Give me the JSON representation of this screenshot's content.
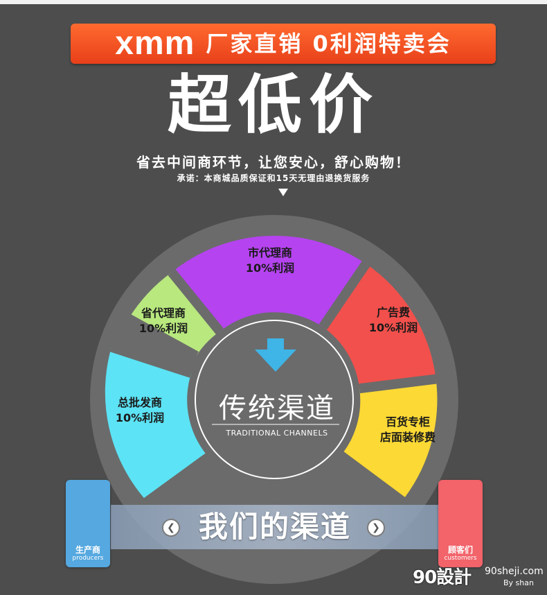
{
  "header": {
    "brand": "xmm",
    "tagline": "厂家直销 0利润特卖会",
    "headline": "超低价",
    "subline": "省去中间商环节，让您安心，舒心购物！",
    "promise": "承诺：本商城品质保证和15天无理由退换货服务"
  },
  "colors": {
    "background": "#4d4d4d",
    "banner": "#f0501f",
    "segment_cyan": "#5ce3f5",
    "segment_green": "#b8e87e",
    "segment_purple": "#b543f0",
    "segment_red": "#f2504c",
    "segment_yellow": "#fcd934",
    "producer_card": "#55a8e0",
    "customer_card": "#f2636a"
  },
  "segments": [
    {
      "line1": "市代理商",
      "line2": "10%利润"
    },
    {
      "line1": "省代理商",
      "line2": "10%利润"
    },
    {
      "line1": "总批发商",
      "line2": "10%利润"
    },
    {
      "line1": "广告费",
      "line2": "10%利润"
    },
    {
      "line1": "百货专柜",
      "line2": "店面装修费"
    }
  ],
  "center": {
    "title": "传统渠道",
    "subtitle": "TRADITIONAL CHANNELS"
  },
  "ribbon": {
    "text": "我们的渠道",
    "prev_glyph": "❮",
    "next_glyph": "❯"
  },
  "producer": {
    "cn": "生产商",
    "en": "producers",
    "icon": "male-person-icon"
  },
  "customer": {
    "cn": "顾客们",
    "en": "customers",
    "icon": "female-person-icon"
  },
  "watermark": {
    "logo": "90設計",
    "site": "90sheji.com",
    "by": "By shan"
  }
}
